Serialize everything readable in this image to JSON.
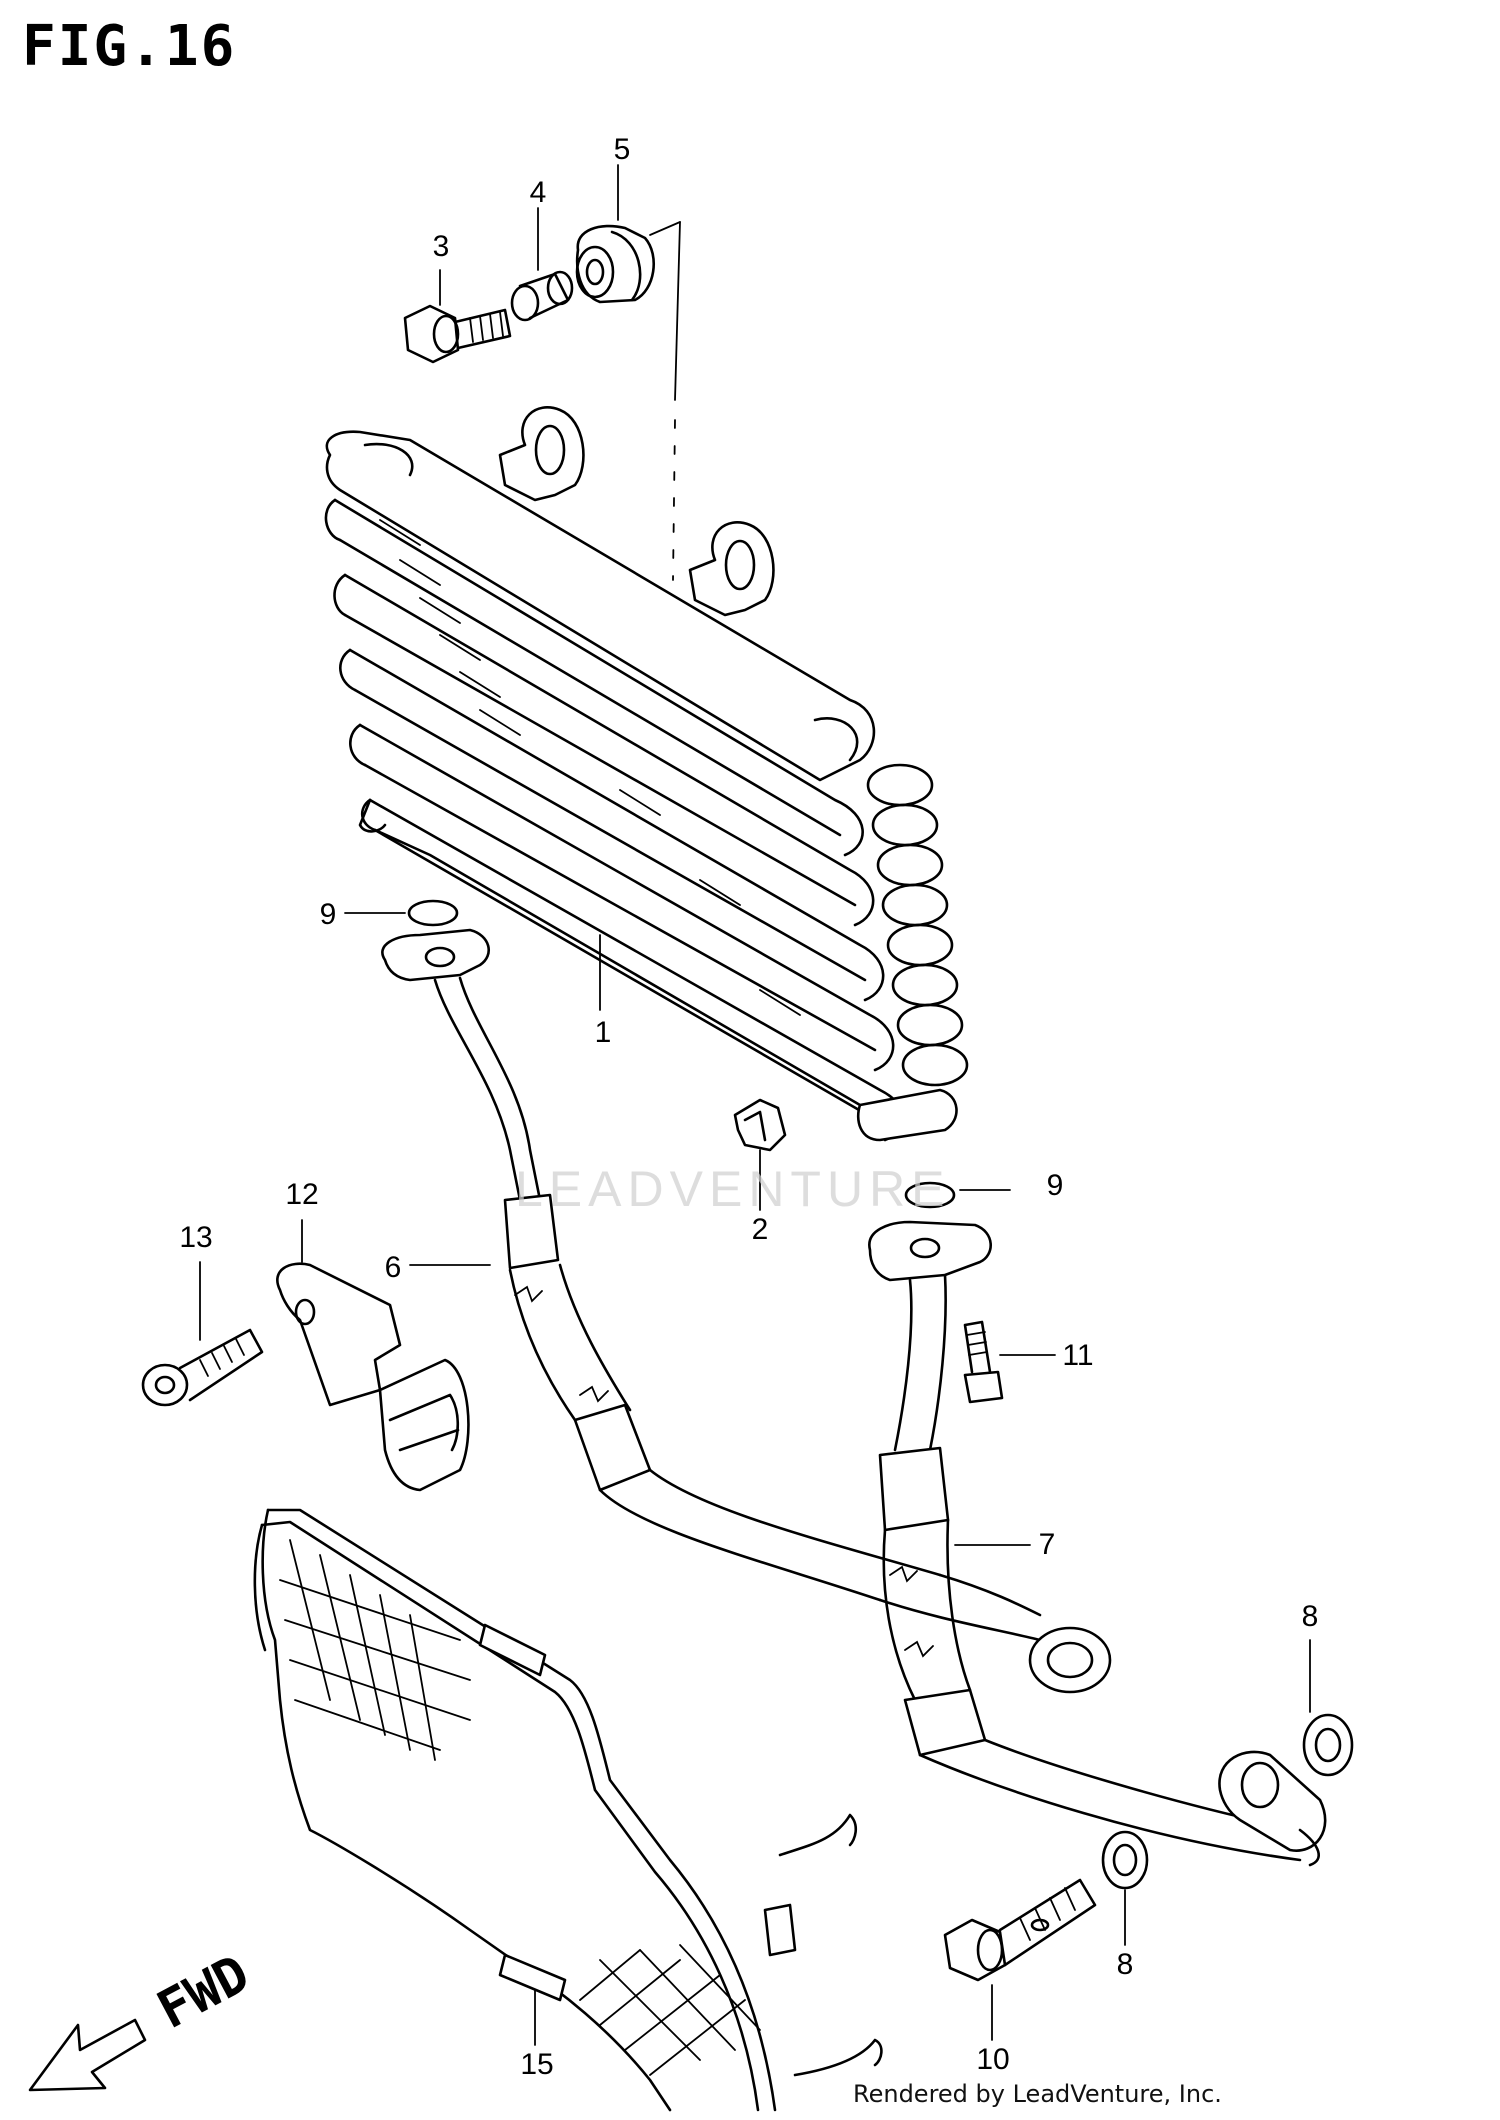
{
  "figure": {
    "title": "FIG.16"
  },
  "callouts": {
    "c1": "1",
    "c2": "2",
    "c3": "3",
    "c4": "4",
    "c5": "5",
    "c6": "6",
    "c7": "7",
    "c8a": "8",
    "c8b": "8",
    "c9a": "9",
    "c9b": "9",
    "c10": "10",
    "c11": "11",
    "c12": "12",
    "c13": "13",
    "c15": "15"
  },
  "direction": {
    "label": "FWD"
  },
  "watermark": {
    "text": "LEADVENTURE"
  },
  "credit": {
    "text": "Rendered by LeadVenture, Inc."
  }
}
